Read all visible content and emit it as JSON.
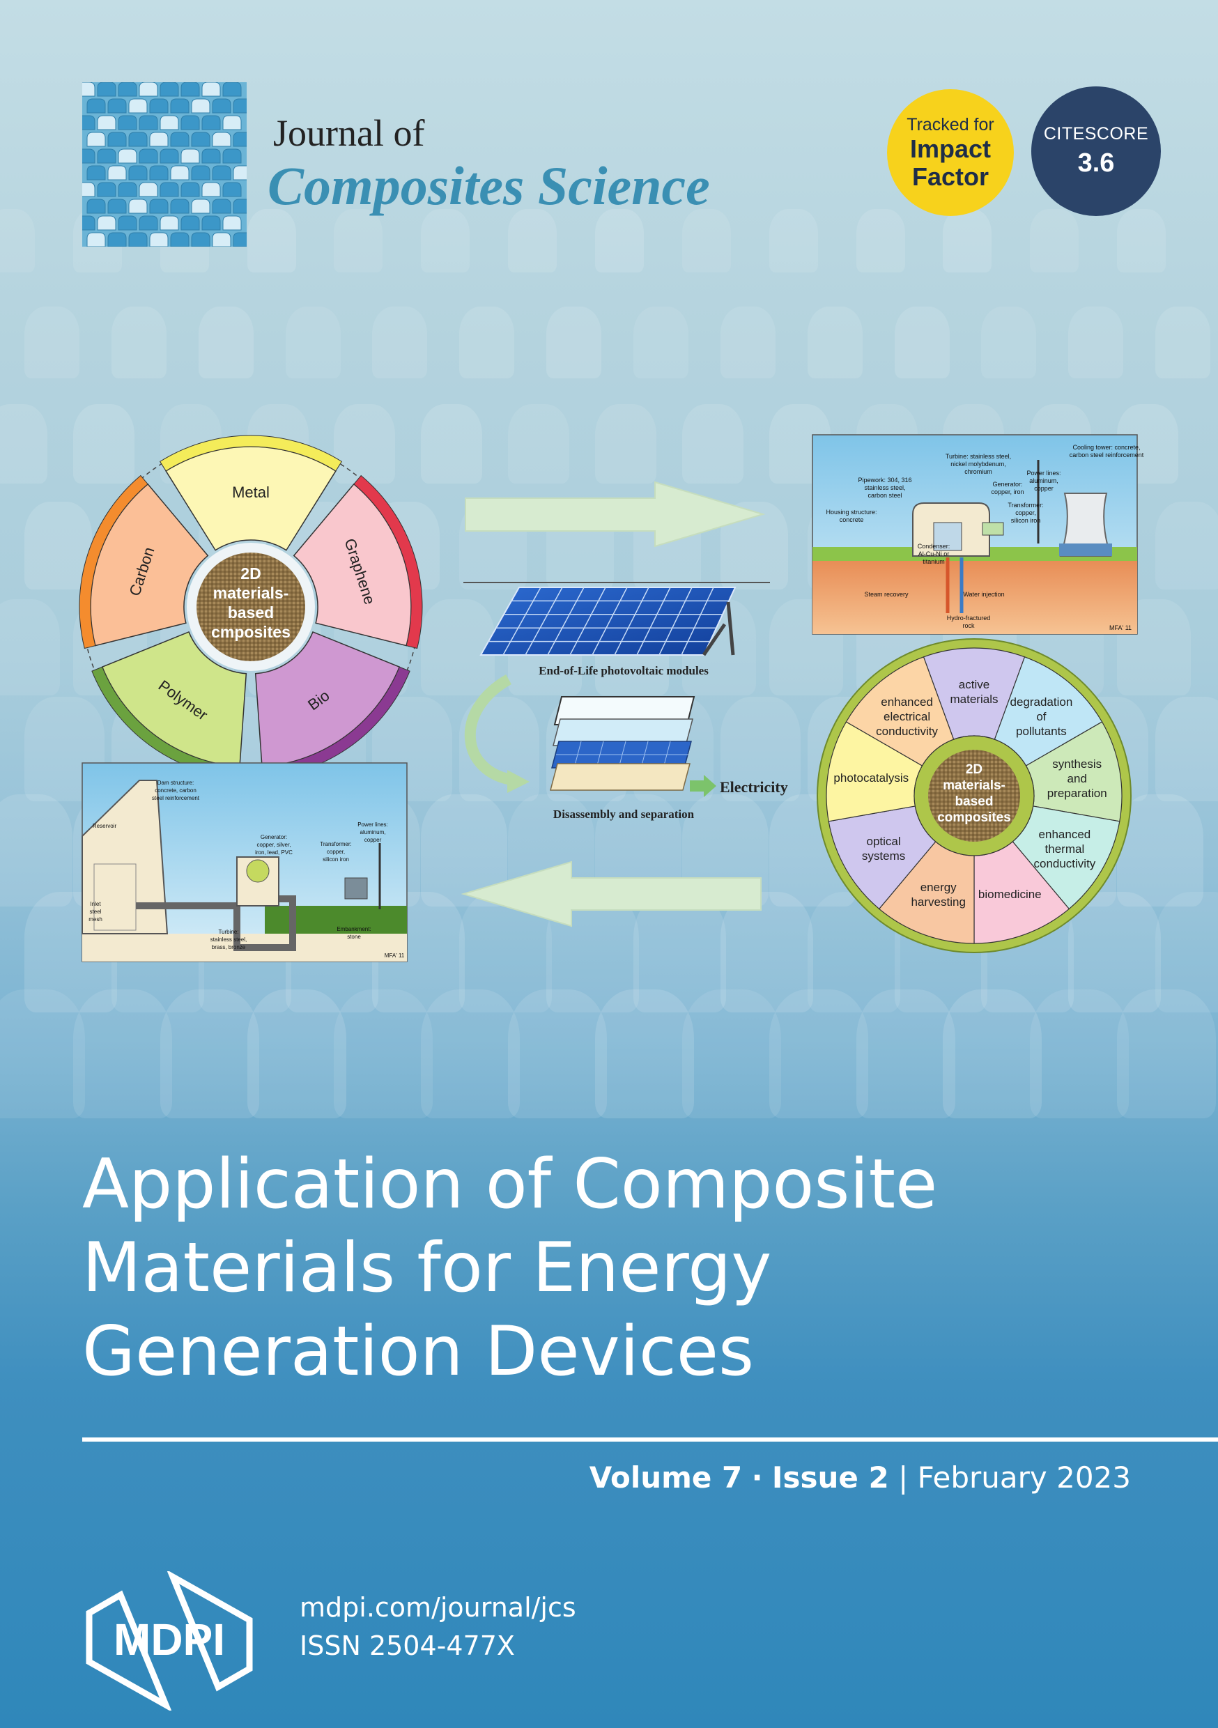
{
  "journal": {
    "prefix": "Journal of",
    "name": "Composites Science"
  },
  "badges": {
    "impact": {
      "line1": "Tracked for",
      "line2": "Impact",
      "line3": "Factor",
      "color": "#f7d21c"
    },
    "citescore": {
      "label": "CITESCORE",
      "value": "3.6",
      "color": "#2b4469"
    }
  },
  "graphic": {
    "wheel_left": {
      "center": [
        "2D",
        "materials-",
        "based",
        "cmposites"
      ],
      "segments": [
        "Metal",
        "Graphene",
        "Bio",
        "Polymer",
        "Carbon"
      ]
    },
    "wheel_right": {
      "center": [
        "2D",
        "materials-",
        "based",
        "composites"
      ],
      "segments": [
        [
          "active",
          "materials"
        ],
        [
          "degradation",
          "of",
          "pollutants"
        ],
        [
          "synthesis",
          "and",
          "preparation"
        ],
        [
          "enhanced",
          "thermal",
          "conductivity"
        ],
        [
          "biomedicine"
        ],
        [
          "energy",
          "harvesting"
        ],
        [
          "optical",
          "systems"
        ],
        [
          "photocatalysis"
        ],
        [
          "enhanced",
          "electrical",
          "conductivity"
        ]
      ]
    },
    "pv": {
      "end_of_life": "End-of-Life photovoltaic modules",
      "disassembly": "Disassembly and separation",
      "electricity": "Electricity"
    },
    "geothermal": {
      "labels": [
        "Cooling tower: concrete,",
        "carbon steel reinforcement",
        "Turbine: stainless steel,",
        "nickel molybdenum,",
        "chromium",
        "Pipework: 304, 316",
        "stainless steel,",
        "carbon steel",
        "Generator:",
        "copper, iron",
        "Power lines:",
        "aluminum,",
        "copper",
        "Transformer:",
        "copper,",
        "silicon iron",
        "Housing structure:",
        "concrete",
        "Condenser:",
        "Al-Cu-Ni or",
        "titanium",
        "Steam recovery",
        "Water injection",
        "Hydro-fractured",
        "rock",
        "MFA' 11"
      ]
    },
    "hydro": {
      "labels": [
        "Dam structure:",
        "concrete, carbon",
        "steel reinforcement",
        "Reservoir",
        "Generator:",
        "copper, silver,",
        "iron, lead, PVC",
        "Transformer:",
        "copper,",
        "silicon iron",
        "Power lines:",
        "aluminum,",
        "copper",
        "Inlet",
        "steel",
        "mesh",
        "Turbine:",
        "stainless steel,",
        "brass, bronze",
        "Embankment:",
        "stone",
        "MFA' 11"
      ]
    }
  },
  "title": {
    "line1": "Application of Composite",
    "line2": "Materials for Energy",
    "line3": "Generation Devices"
  },
  "issue": {
    "volume": "Volume 7",
    "separator": "·",
    "issue": "Issue 2",
    "divider": "|",
    "date": "February 2023"
  },
  "publisher": {
    "logo_text": "MDPI",
    "website": "mdpi.com/journal/jcs",
    "issn": "ISSN 2504-477X"
  }
}
